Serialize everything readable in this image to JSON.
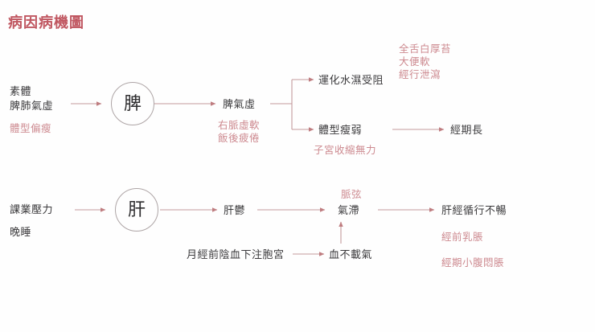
{
  "diagram": {
    "title": "病因病機圖",
    "colors": {
      "title": "#c05761",
      "primary_text": "#3b3a3c",
      "annotation_text": "#cd8a90",
      "connector": "#c49a9c",
      "circle_stroke": "#aea5a6",
      "background": "#fefefe"
    },
    "branches": [
      {
        "id": "spleen",
        "cause_line1": "素體",
        "cause_line2": "脾肺氣虛",
        "cause_note": "體型偏瘦",
        "organ": "脾",
        "pattern": "脾氣虛",
        "pattern_note_line1": "右脈虛軟",
        "pattern_note_line2": "飯後疲倦",
        "outcome_upper": "運化水濕受阻",
        "outcome_upper_notes": [
          "全舌白厚苔",
          "大便軟",
          "經行泄瀉"
        ],
        "outcome_lower": "體型瘦弱",
        "outcome_lower_note": "子宮收縮無力",
        "result": "經期長"
      },
      {
        "id": "liver",
        "cause_line1": "課業壓力",
        "cause_line2": "晚睡",
        "organ": "肝",
        "pattern": "肝鬱",
        "stagnation": "氣滯",
        "stagnation_note": "脈弦",
        "secondary_cause": "月經前陰血下注胞宮",
        "secondary_effect": "血不載氣",
        "result": "肝經循行不暢",
        "result_notes": [
          "經前乳脹",
          "經期小腹悶脹"
        ]
      }
    ]
  }
}
